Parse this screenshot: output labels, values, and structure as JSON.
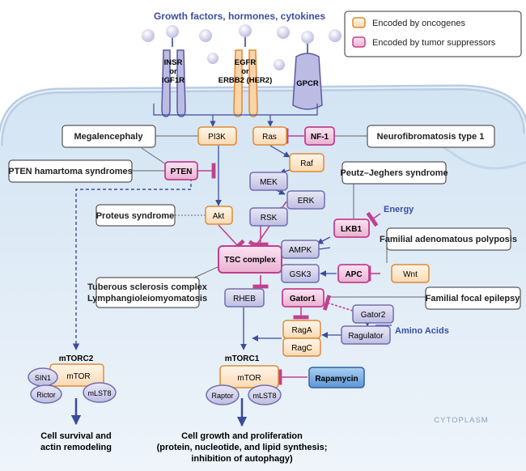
{
  "title": "Growth factors, hormones, cytokines",
  "legend": {
    "oncogene": "Encoded by oncogenes",
    "suppressor": "Encoded by tumor suppressors",
    "oncogene_color": "#f0a860",
    "suppressor_color": "#c0408f"
  },
  "receptors": {
    "insr_l1": "INSR",
    "insr_l2": "or",
    "insr_l3": "IGF1R",
    "egfr_l1": "EGFR",
    "egfr_l2": "or",
    "egfr_l3": "ERBB2 (HER2)",
    "gpcr": "GPCR"
  },
  "nodes": {
    "pi3k": "PI3K",
    "ras": "Ras",
    "nf1": "NF-1",
    "raf": "Raf",
    "mek": "MEK",
    "erk": "ERK",
    "rsk": "RSK",
    "pten": "PTEN",
    "akt": "Akt",
    "lkb1": "LKB1",
    "ampk": "AMPK",
    "gsk3": "GSK3",
    "apc": "APC",
    "wnt": "Wnt",
    "tsc": "TSC complex",
    "rheb": "RHEB",
    "gator1": "Gator1",
    "gator2": "Gator2",
    "raga": "RagA",
    "ragc": "RagC",
    "ragulator": "Ragulator",
    "rapamycin": "Rapamycin"
  },
  "signals": {
    "energy": "Energy",
    "amino_acids": "Amino Acids"
  },
  "diseases": {
    "megalencephaly": "Megalencephaly",
    "neurofibromatosis": "Neurofibromatosis type 1",
    "pten_hamartoma": "PTEN hamartoma syndromes",
    "peutz": "Peutz–Jeghers syndrome",
    "proteus": "Proteus syndrome",
    "fap": "Familial adenomatous polyposis",
    "tsc_l1": "Tuberous sclerosis complex",
    "tsc_l2": "Lymphangioleiomyomatosis",
    "ffe": "Familial focal epilepsy"
  },
  "mtorc1": {
    "title": "mTORC1",
    "mtor": "mTOR",
    "raptor": "Raptor",
    "mlst8": "mLST8"
  },
  "mtorc2": {
    "title": "mTORC2",
    "mtor": "mTOR",
    "sin1": "SIN1",
    "rictor": "Rictor",
    "mlst8": "mLST8"
  },
  "outputs": {
    "c2_l1": "Cell survival and",
    "c2_l2": "actin remodeling",
    "c1_l1": "Cell growth and proliferation",
    "c1_l2": "(protein, nucleotide, and lipid synthesis;",
    "c1_l3": "inhibition of autophagy)"
  },
  "compartment": "CYTOPLASM"
}
